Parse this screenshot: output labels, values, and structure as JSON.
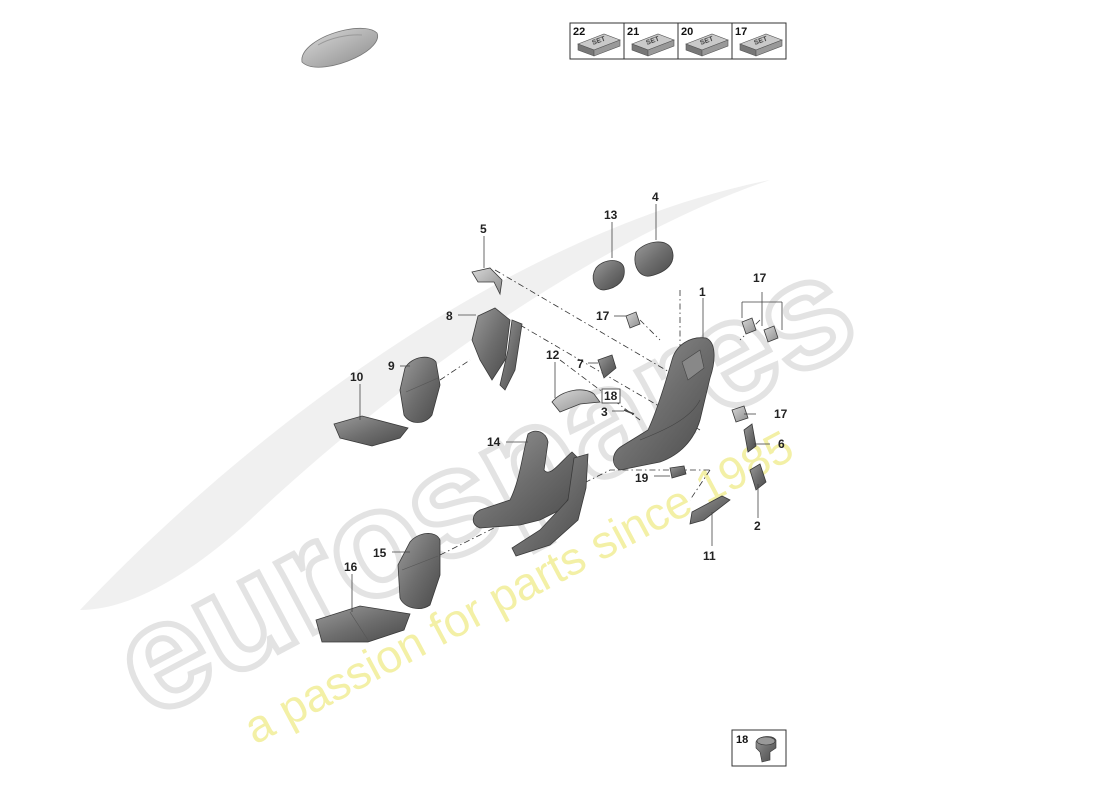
{
  "watermark": {
    "brand": "eurospares",
    "tagline": "a passion for parts since 1985"
  },
  "kit_header": {
    "items": [
      {
        "number": "22",
        "label": "SET"
      },
      {
        "number": "21",
        "label": "SET"
      },
      {
        "number": "20",
        "label": "SET"
      },
      {
        "number": "17",
        "label": "SET"
      }
    ]
  },
  "detail_box": {
    "number": "18"
  },
  "callouts": [
    {
      "id": "c1",
      "text": "1"
    },
    {
      "id": "c2",
      "text": "2"
    },
    {
      "id": "c3",
      "text": "3"
    },
    {
      "id": "c4",
      "text": "4"
    },
    {
      "id": "c5",
      "text": "5"
    },
    {
      "id": "c6",
      "text": "6"
    },
    {
      "id": "c7",
      "text": "7"
    },
    {
      "id": "c8",
      "text": "8"
    },
    {
      "id": "c9",
      "text": "9"
    },
    {
      "id": "c10",
      "text": "10"
    },
    {
      "id": "c11",
      "text": "11"
    },
    {
      "id": "c12",
      "text": "12"
    },
    {
      "id": "c13",
      "text": "13"
    },
    {
      "id": "c14",
      "text": "14"
    },
    {
      "id": "c15",
      "text": "15"
    },
    {
      "id": "c16",
      "text": "16"
    },
    {
      "id": "c17a",
      "text": "17"
    },
    {
      "id": "c17b",
      "text": "17"
    },
    {
      "id": "c17c",
      "text": "17"
    },
    {
      "id": "c18",
      "text": "18"
    },
    {
      "id": "c19",
      "text": "19"
    }
  ],
  "colors": {
    "part_dark": "#6b6b6b",
    "part_light": "#b5b5b5",
    "watermark_grey": "#e6e6e6",
    "watermark_yellow": "#f3f0a6"
  }
}
